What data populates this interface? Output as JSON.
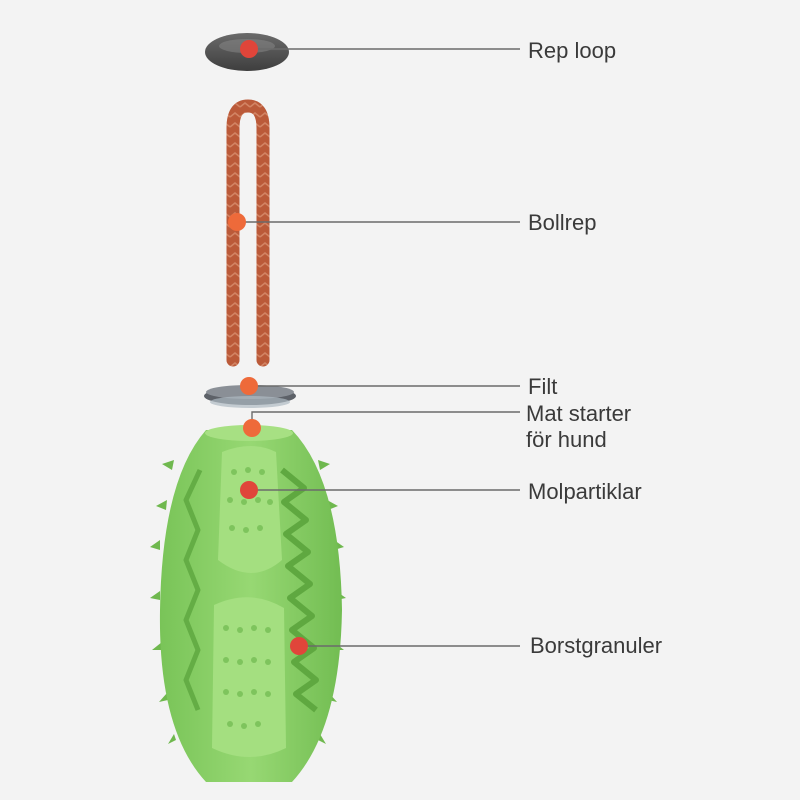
{
  "colors": {
    "background": "#f3f3f3",
    "toy_green": "#8fd36c",
    "toy_green_dark": "#6fb84e",
    "rope_orange": "#c4623f",
    "dot_red": "#e0453a",
    "dot_orange": "#ee6a3a",
    "leader_line": "#6b6b6b",
    "cap_grey": "#505050"
  },
  "callouts": {
    "rep_loop": "Rep loop",
    "bollrep": "Bollrep",
    "filt": "Filt",
    "mat_starter_line1": "Mat starter",
    "mat_starter_line2": "för hund",
    "molpartiklar": "Molpartiklar",
    "borstgranuler": "Borstgranuler"
  }
}
